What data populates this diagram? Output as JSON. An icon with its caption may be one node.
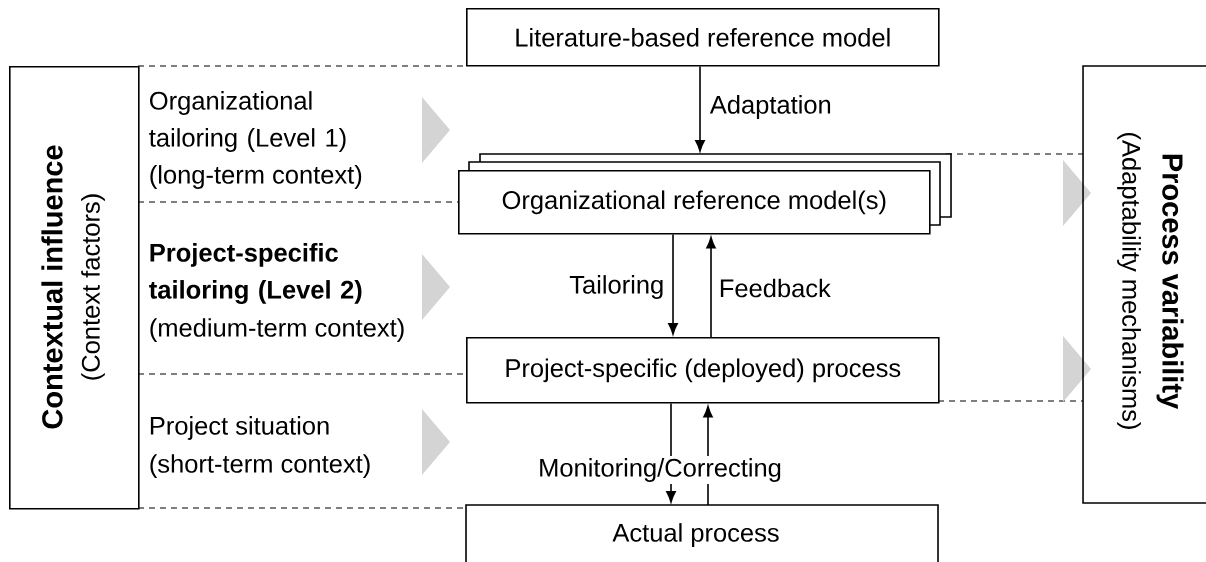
{
  "diagram": {
    "nodes": [
      {
        "text": [
          "Literature-based reference model"
        ]
      },
      {
        "text": [
          "Organizational reference model(s)"
        ]
      },
      {
        "text": [
          "Project-specific (deployed) process"
        ]
      },
      {
        "text": [
          "Actual process"
        ]
      },
      {
        "text": [
          "Contextual influence",
          "(Context factors)"
        ]
      },
      {
        "text": [
          "Process variability",
          "(Adaptability mechanisms)"
        ]
      }
    ],
    "edges": [
      {
        "from": 0,
        "to": 1,
        "arrow": "to",
        "label": "Adaptation"
      },
      {
        "from": 1,
        "to": 2,
        "arrow": "to",
        "label": "Tailoring"
      },
      {
        "from": 2,
        "to": 1,
        "arrow": "to",
        "label": "Feedback"
      },
      {
        "from": 2,
        "to": 3,
        "arrow": "to",
        "label": "Monitoring/Correcting"
      },
      {
        "from": 3,
        "to": 2,
        "arrow": "to"
      }
    ],
    "labels": [
      "Organizational tailoring (Level 1)",
      "(long-term context)",
      "Project-specific tailoring (Level 2)",
      "(medium-term context)",
      "Project situation",
      "(short-term context)"
    ]
  }
}
